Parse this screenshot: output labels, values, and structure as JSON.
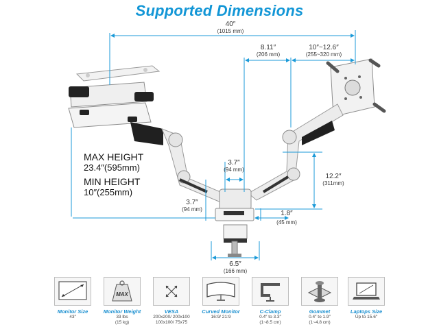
{
  "title": "Supported Dimensions",
  "dimensions": [
    {
      "id": "total-width",
      "main": "40″",
      "sub": "(1015 mm)"
    },
    {
      "id": "pole-to-arm",
      "main": "8.11″",
      "sub": "(206 mm)"
    },
    {
      "id": "arm-reach",
      "main": "10″~12.6″",
      "sub": "(255~320 mm)"
    },
    {
      "id": "arm-spacing",
      "main": "3.7″",
      "sub": "(94 mm)"
    },
    {
      "id": "arm-height",
      "main": "12.2″",
      "sub": "(311mm)"
    },
    {
      "id": "base-height",
      "main": "3.7″",
      "sub": "(94 mm)"
    },
    {
      "id": "clamp-offset",
      "main": "1.8″",
      "sub": "(45 mm)"
    },
    {
      "id": "base-width",
      "main": "6.5″",
      "sub": "(166 mm)"
    }
  ],
  "height_info": {
    "max_label": "MAX HEIGHT",
    "max_value": "23.4″(595mm)",
    "min_label": "MIN HEIGHT",
    "min_value": "10″(255mm)"
  },
  "icons": [
    {
      "name": "monitor-size",
      "icon": "diagonal-arrow-icon",
      "title": "Monitor Size",
      "lines": [
        "43″"
      ]
    },
    {
      "name": "monitor-weight",
      "icon": "weight-icon",
      "title": "Monitor Weight",
      "badge": "MAX",
      "lines": [
        "33 lbs",
        "(15 kg)"
      ]
    },
    {
      "name": "vesa",
      "icon": "vesa-pattern-icon",
      "title": "VESA",
      "lines": [
        "200x200/ 200x100",
        "100x100/ 75x75"
      ]
    },
    {
      "name": "curved-monitor",
      "icon": "curved-monitor-icon",
      "title": "Curved Monitor",
      "lines": [
        "16:9/ 21:9"
      ]
    },
    {
      "name": "c-clamp",
      "icon": "c-clamp-icon",
      "title": "C-Clamp",
      "lines": [
        "0.4″ to 3.3″",
        "(1~8.5 cm)"
      ]
    },
    {
      "name": "grommet",
      "icon": "grommet-icon",
      "title": "Gommet",
      "lines": [
        "0.4″ to 1.9″",
        "(1~4.8 cm)"
      ]
    },
    {
      "name": "laptop-size",
      "icon": "laptop-icon",
      "title": "Laptops Size",
      "lines": [
        "Up to 15.6″"
      ]
    }
  ],
  "colors": {
    "accent": "#1296d6",
    "dimension_line": "#1b9ad8",
    "arm": "#e9e9e9"
  }
}
